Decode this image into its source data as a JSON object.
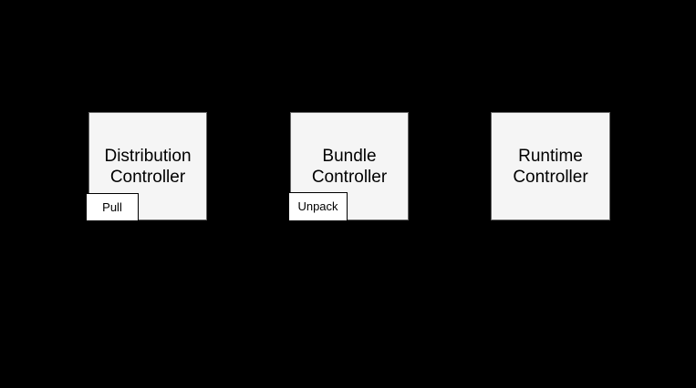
{
  "diagram": {
    "background_color": "#000000",
    "node_fill_color": "#F5F5F5",
    "node_border_color": "#666666",
    "badge_fill_color": "#FFFFFF",
    "badge_border_color": "#000000",
    "text_color": "#000000",
    "nodes": [
      {
        "label": "Distribution Controller",
        "action": "Pull"
      },
      {
        "label": "Bundle Controller",
        "action": "Unpack"
      },
      {
        "label": "Runtime Controller"
      }
    ]
  }
}
